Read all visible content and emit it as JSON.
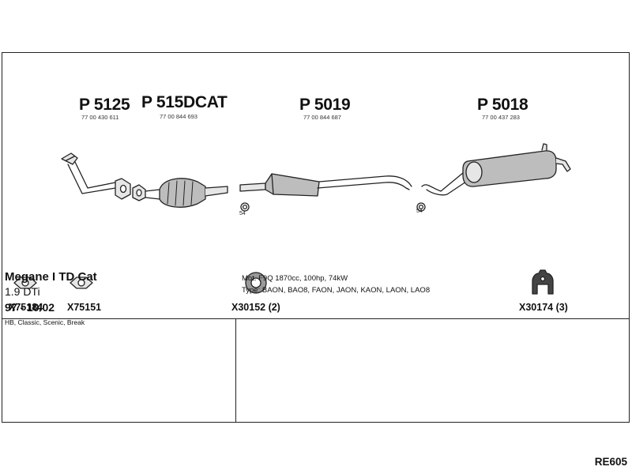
{
  "parts": [
    {
      "code": "P 5125",
      "oem": "77 00 430 611"
    },
    {
      "code": "P 515DCAT",
      "oem": "77 00 844 693"
    },
    {
      "code": "P 5019",
      "oem": "77 00 844 687"
    },
    {
      "code": "P 5018",
      "oem": "77 00 437 283"
    }
  ],
  "clamps": [
    "54",
    "54"
  ],
  "accessories": [
    {
      "code": "X75184"
    },
    {
      "code": "X75151"
    },
    {
      "code": "X30152 (2)"
    },
    {
      "code": "X30174 (3)"
    }
  ],
  "vehicle": {
    "model": "Megane I TD Cat",
    "engine": "1.9 DTi",
    "years": "97 - 10/02",
    "variants": "HB, Classic, Scenic, Break"
  },
  "specs": {
    "motor": "Mot. F9Q 1870cc, 100hp, 74kW",
    "type": "Type: BAON, BAO8, FAON, JAON, KAON, LAON, LAO8"
  },
  "reference": "RE605",
  "colors": {
    "line": "#222222",
    "fill_light": "#e6e6e6",
    "fill_mid": "#bdbdbd"
  }
}
